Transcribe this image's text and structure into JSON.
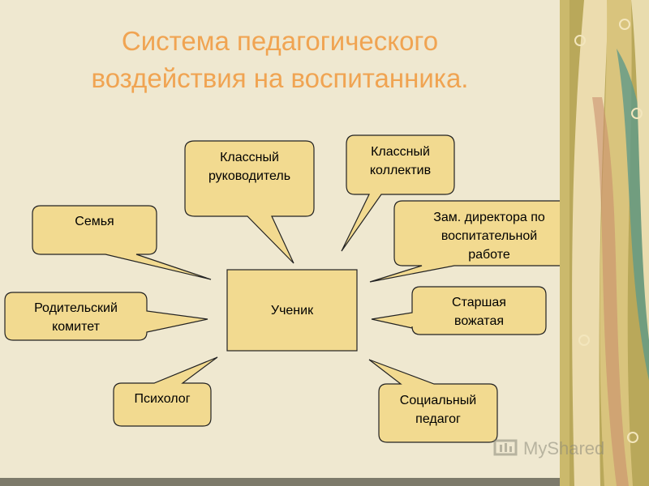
{
  "title_lines": [
    "Система педагогического",
    "воздействия на воспитанника."
  ],
  "center_label": "Ученик",
  "nodes": {
    "family": "Семья",
    "class_teacher": [
      "Классный",
      "руководитель"
    ],
    "class_collective": [
      "Классный",
      "коллектив"
    ],
    "deputy_director": [
      "Зам. директора по",
      "воспитательной",
      "работе"
    ],
    "parent_committee": [
      "Родительский",
      "комитет"
    ],
    "senior_counselor": [
      "Старшая",
      "вожатая"
    ],
    "psychologist": "Психолог",
    "social_pedagogue": [
      "Социальный",
      "педагог"
    ]
  },
  "watermark": "MyShared",
  "colors": {
    "box_fill": "#f2da90",
    "slide_bg": "#efe8d0",
    "title": "#f0a452",
    "frame": "#7d7a6a"
  }
}
